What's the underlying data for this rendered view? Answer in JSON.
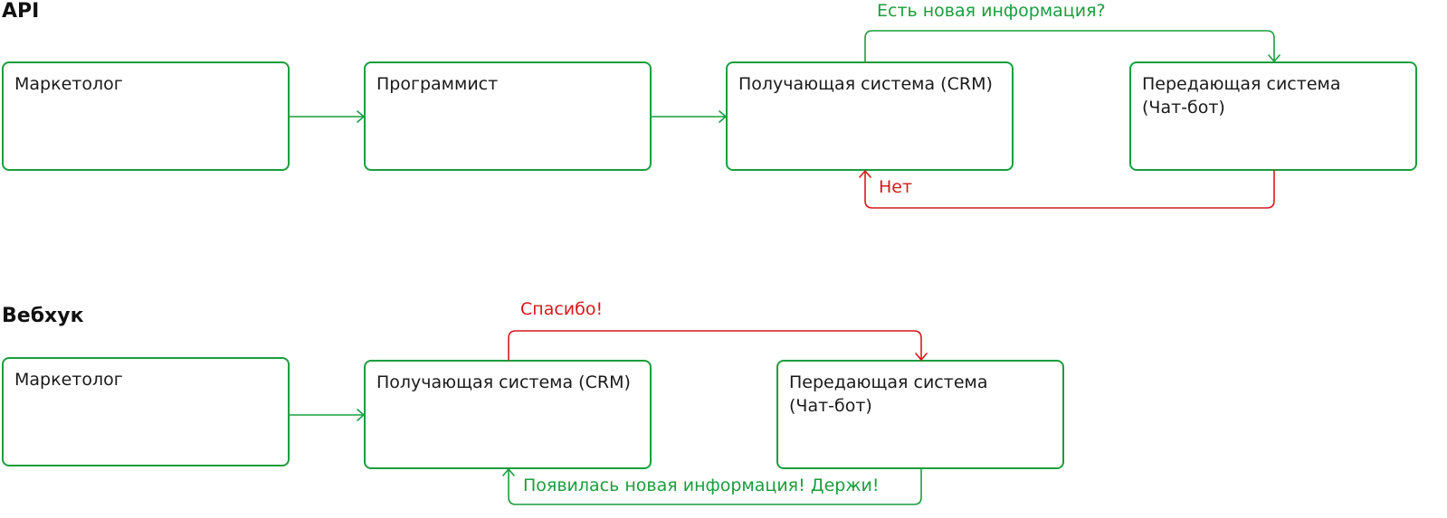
{
  "colors": {
    "box_border": "#1a9e3c",
    "positive_edge": "#1a9e3c",
    "negative_edge": "#d7191c",
    "title": "#111111",
    "text": "#1a1a1a"
  },
  "api": {
    "title": "API",
    "nodes": {
      "marketer": "Маркетолог",
      "programmer": "Программист",
      "receiving": "Получающая система (CRM)",
      "sending": "Передающая система\n(Чат-бот)"
    },
    "edges": {
      "question": "Есть новая информация?",
      "answer_no": "Нет"
    }
  },
  "webhook": {
    "title": "Вебхук",
    "nodes": {
      "marketer": "Маркетолог",
      "receiving": "Получающая система (CRM)",
      "sending": "Передающая система\n(Чат-бот)"
    },
    "edges": {
      "thanks": "Спасибо!",
      "new_info": "Появилась новая информация! Держи!"
    }
  }
}
